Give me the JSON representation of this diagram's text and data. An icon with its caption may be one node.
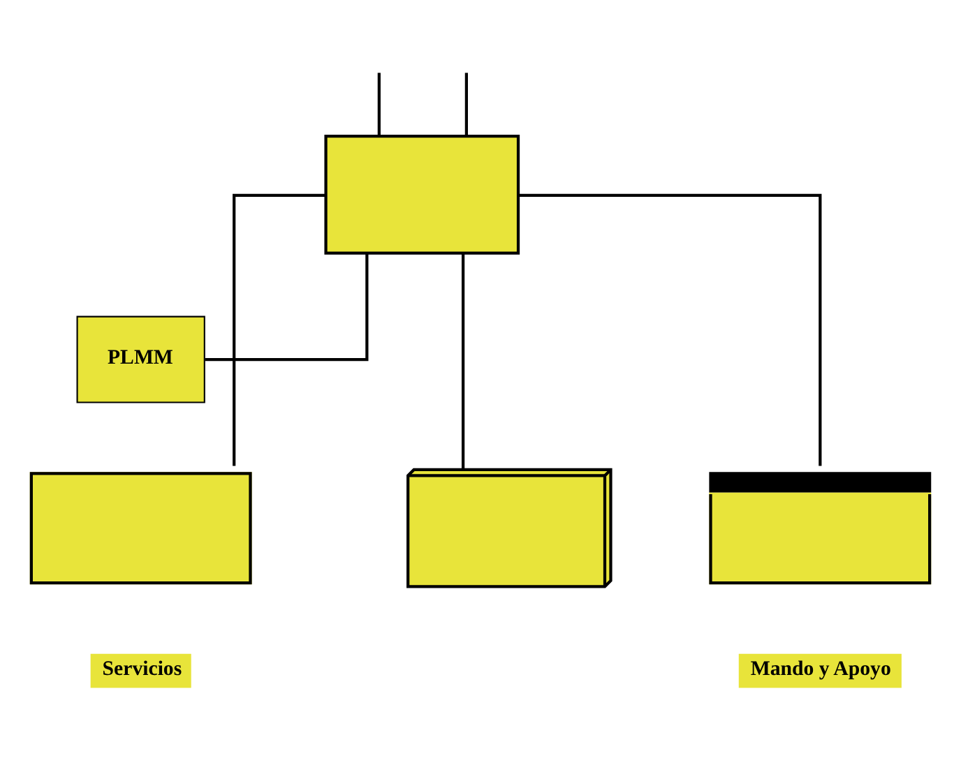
{
  "diagram": {
    "nodes": [
      {
        "text": [],
        "shape": "box"
      },
      {
        "text": [
          "PLMM"
        ]
      },
      {
        "text": [],
        "shape": "box"
      },
      {
        "text": [],
        "shape": "box",
        "beside": [
          "Mando y Apoyo"
        ]
      },
      {
        "text": [],
        "shape": "box",
        "beside": [
          "Servicios"
        ]
      }
    ],
    "edges": [
      {
        "from": null,
        "to": 0,
        "arrow": "none"
      },
      {
        "from": null,
        "to": 0,
        "arrow": "none"
      },
      {
        "from": 0,
        "to": 1,
        "arrow": "none"
      },
      {
        "from": 0,
        "to": 2,
        "arrow": "none"
      },
      {
        "from": 0,
        "to": 3,
        "arrow": "none"
      },
      {
        "from": 0,
        "to": 4,
        "arrow": "none"
      }
    ]
  }
}
